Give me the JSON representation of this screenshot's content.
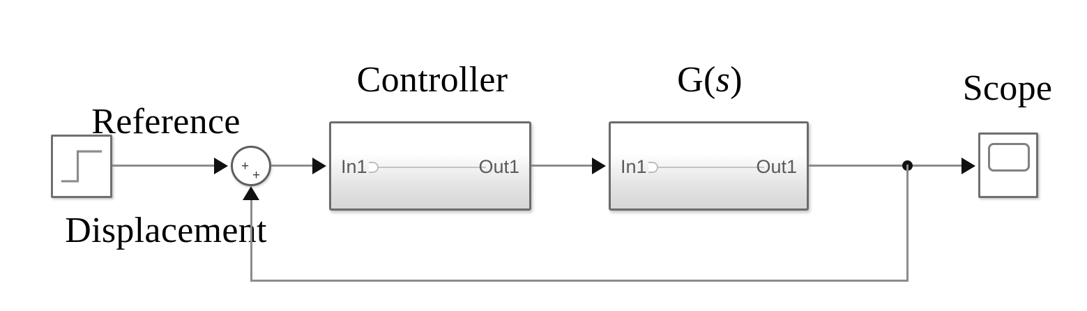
{
  "diagram": {
    "title": "Feedback control block diagram",
    "type": "simulink-block-diagram",
    "background_color": "#ffffff",
    "wire_color": "#8c8c8c",
    "block_border_color": "#6b6b6b",
    "arrow_color": "#111111"
  },
  "labels": {
    "reference_line1": "Reference",
    "reference_line2": "Displacement",
    "controller": "Controller",
    "plant_prefix": "G(",
    "plant_var": "s",
    "plant_suffix": ")",
    "scope": "Scope"
  },
  "blocks": {
    "step": {
      "name": "Reference Displacement",
      "kind": "step-source",
      "icon": "step-waveform-icon"
    },
    "sum": {
      "name": "Sum",
      "kind": "summing-junction",
      "sign_left": "+",
      "sign_bottom": "+"
    },
    "controller": {
      "name": "Controller",
      "kind": "subsystem",
      "in_port_label": "In1",
      "out_port_label": "Out1"
    },
    "plant": {
      "name": "G(s)",
      "kind": "subsystem",
      "in_port_label": "In1",
      "out_port_label": "Out1"
    },
    "scope": {
      "name": "Scope",
      "kind": "sink",
      "icon": "scope-screen-icon"
    }
  },
  "signals": [
    {
      "name": "step-to-sum",
      "from": "step",
      "to": "sum"
    },
    {
      "name": "sum-to-controller",
      "from": "sum",
      "to": "controller"
    },
    {
      "name": "controller-to-plant",
      "from": "controller",
      "to": "plant"
    },
    {
      "name": "plant-to-scope",
      "from": "plant",
      "to": "scope"
    },
    {
      "name": "feedback-branch",
      "from": "plant",
      "to": "sum"
    }
  ]
}
